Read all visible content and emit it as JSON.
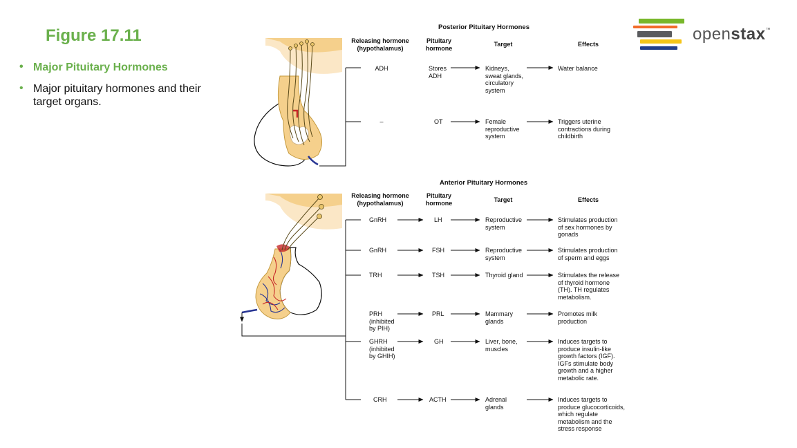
{
  "slide": {
    "title": "Figure 17.11",
    "bullets": [
      "Major Pituitary Hormones",
      "Major pituitary hormones and their target organs."
    ]
  },
  "logo": {
    "text_light": "open",
    "text_bold": "stax",
    "tm": "™",
    "bar_colors": [
      "#78b72a",
      "#f26c2b",
      "#5a5b5e",
      "#f5c518",
      "#233f8a"
    ]
  },
  "colors": {
    "accent": "#6ab04c",
    "gland": "#f5d08c",
    "nerve": "#d4b04a",
    "artery": "#c62828",
    "vein": "#283593"
  },
  "posterior": {
    "title": "Posterior Pituitary Hormones",
    "headers": [
      "Releasing hormone (hypothalamus)",
      "Pituitary hormone",
      "Target",
      "Effects"
    ],
    "rows": [
      {
        "releasing": "ADH",
        "pituitary": "Stores ADH",
        "target": "Kidneys, sweat glands, circulatory system",
        "effects": "Water balance"
      },
      {
        "releasing": "–",
        "pituitary": "OT",
        "target": "Female reproductive system",
        "effects": "Triggers uterine contractions during childbirth"
      }
    ]
  },
  "anterior": {
    "title": "Anterior Pituitary Hormones",
    "headers": [
      "Releasing hormone (hypothalamus)",
      "Pituitary hormone",
      "Target",
      "Effects"
    ],
    "rows": [
      {
        "releasing": "GnRH",
        "pituitary": "LH",
        "target": "Reproductive system",
        "effects": "Stimulates production of sex hormones by gonads"
      },
      {
        "releasing": "GnRH",
        "pituitary": "FSH",
        "target": "Reproductive system",
        "effects": "Stimulates production of sperm and eggs"
      },
      {
        "releasing": "TRH",
        "pituitary": "TSH",
        "target": "Thyroid gland",
        "effects": "Stimulates the release of thyroid hormone (TH). TH regulates metabolism."
      },
      {
        "releasing": "PRH (inhibited by PIH)",
        "pituitary": "PRL",
        "target": "Mammary glands",
        "effects": "Promotes milk production"
      },
      {
        "releasing": "GHRH (inhibited by GHIH)",
        "pituitary": "GH",
        "target": "Liver, bone, muscles",
        "effects": "Induces targets to produce insulin-like growth factors (IGF). IGFs stimulate body growth and a higher metabolic rate."
      },
      {
        "releasing": "CRH",
        "pituitary": "ACTH",
        "target": "Adrenal glands",
        "effects": "Induces targets to produce glucocorticoids, which regulate metabolism and the stress response"
      }
    ]
  }
}
